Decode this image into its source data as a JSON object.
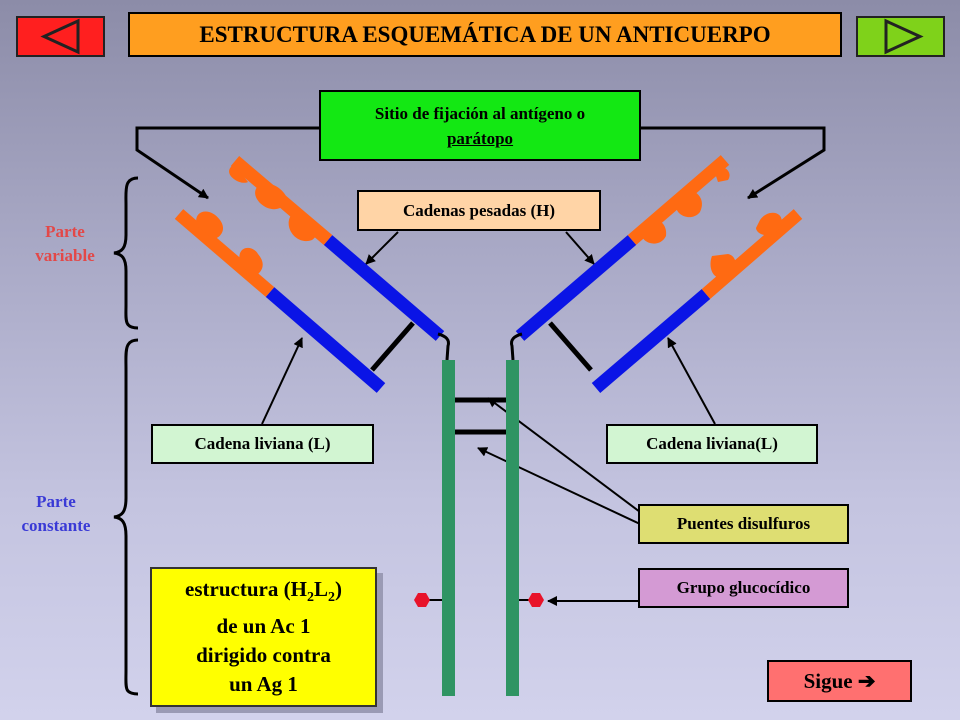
{
  "title": "ESTRUCTURA ESQUEMÁTICA DE UN ANTICUERPO",
  "nav": {
    "prev": {
      "color": "#ff1f1f",
      "icon": "triangle-left-icon"
    },
    "next": {
      "color": "#7fd21a",
      "icon": "triangle-right-icon"
    }
  },
  "labels": {
    "antigen_site_line1": "Sitio de fijación al antígeno o",
    "antigen_site_line2": "parátopo",
    "heavy_chains": "Cadenas pesadas (H)",
    "light_chain_left": "Cadena liviana (L)",
    "light_chain_right": "Cadena liviana(L)",
    "disulfide_bridges": "Puentes disulfuros",
    "glycosidic_group": "Grupo glucocídico",
    "variable_part_1": "Parte",
    "variable_part_2": "variable",
    "constant_part_1": "Parte",
    "constant_part_2": "constante"
  },
  "summary": {
    "prefix": "estructura (H",
    "sub1": "2",
    "mid": "L",
    "sub2": "2",
    "suffix": ")",
    "line2": "de un Ac 1",
    "line3": "dirigido contra",
    "line4": "un Ag 1"
  },
  "sigue": {
    "label": "Sigue",
    "arrow": "➔"
  },
  "colors": {
    "variable_region": "#ff6a12",
    "constant_chain": "#0a14e6",
    "heavy_stem": "#2f9463",
    "disulfide": "#000000",
    "sugar": "#e8132a",
    "variable_label": "#e34848",
    "constant_label": "#3a3ad6"
  }
}
